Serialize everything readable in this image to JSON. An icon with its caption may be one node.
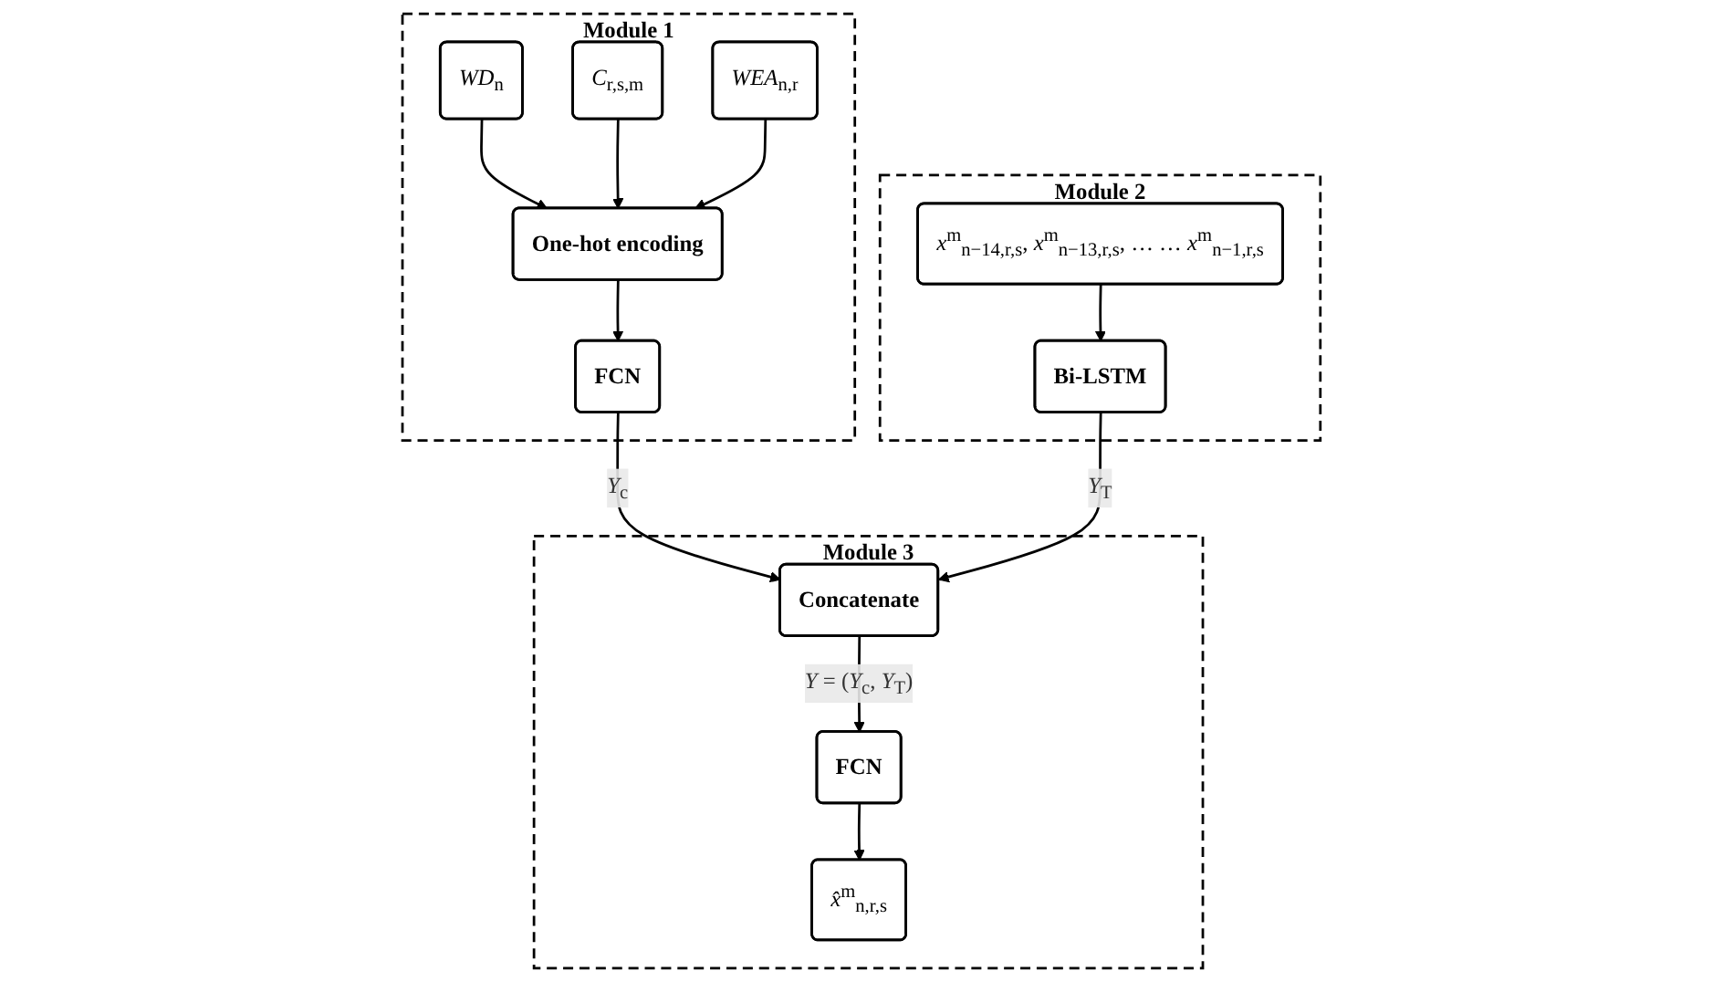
{
  "diagram": {
    "nodes": [
      {
        "text": [
          "Module 1"
        ]
      },
      {
        "text": [
          "*WD*$_{n}$"
        ],
        "in": 0
      },
      {
        "text": [
          "*C*$_{r,s,m}$"
        ],
        "in": 0
      },
      {
        "text": [
          "*WEA*$_{n,r}$"
        ],
        "in": 0
      },
      {
        "text": [
          "One-hot encoding"
        ],
        "in": 0
      },
      {
        "text": [
          "FCN"
        ],
        "in": 0
      },
      {
        "text": [
          "Module 2"
        ]
      },
      {
        "text": [
          "*x*$^{m}$$_{n−14,r,s}$, *x*$^{m}$$_{n−13,r,s}$, … … *x*$^{m}$$_{n−1,r,s}$"
        ],
        "in": 6
      },
      {
        "text": [
          "Bi-LSTM"
        ],
        "in": 6
      },
      {
        "text": [
          "Module 3"
        ]
      },
      {
        "text": [
          "Concatenate"
        ],
        "in": 9
      },
      {
        "text": [
          "FCN"
        ],
        "in": 9
      },
      {
        "text": [
          "*x̂*$^{m}$$_{n,r,s}$"
        ],
        "in": 9
      }
    ],
    "edges": [
      {
        "from": 1,
        "to": 4,
        "arrow": "to"
      },
      {
        "from": 2,
        "to": 4,
        "arrow": "to"
      },
      {
        "from": 3,
        "to": 4,
        "arrow": "to"
      },
      {
        "from": 4,
        "to": 5,
        "arrow": "to"
      },
      {
        "from": 5,
        "to": 10,
        "arrow": "to",
        "label": "*Y*$_{c}$"
      },
      {
        "from": 7,
        "to": 8,
        "arrow": "to"
      },
      {
        "from": 8,
        "to": 10,
        "arrow": "to",
        "label": "*Y*$_{T}$"
      },
      {
        "from": 10,
        "to": 11,
        "arrow": "to",
        "label": "*Y* = (*Y*$_{c}$, *Y*$_{T}$)"
      },
      {
        "from": 11,
        "to": 12,
        "arrow": "to"
      }
    ]
  }
}
